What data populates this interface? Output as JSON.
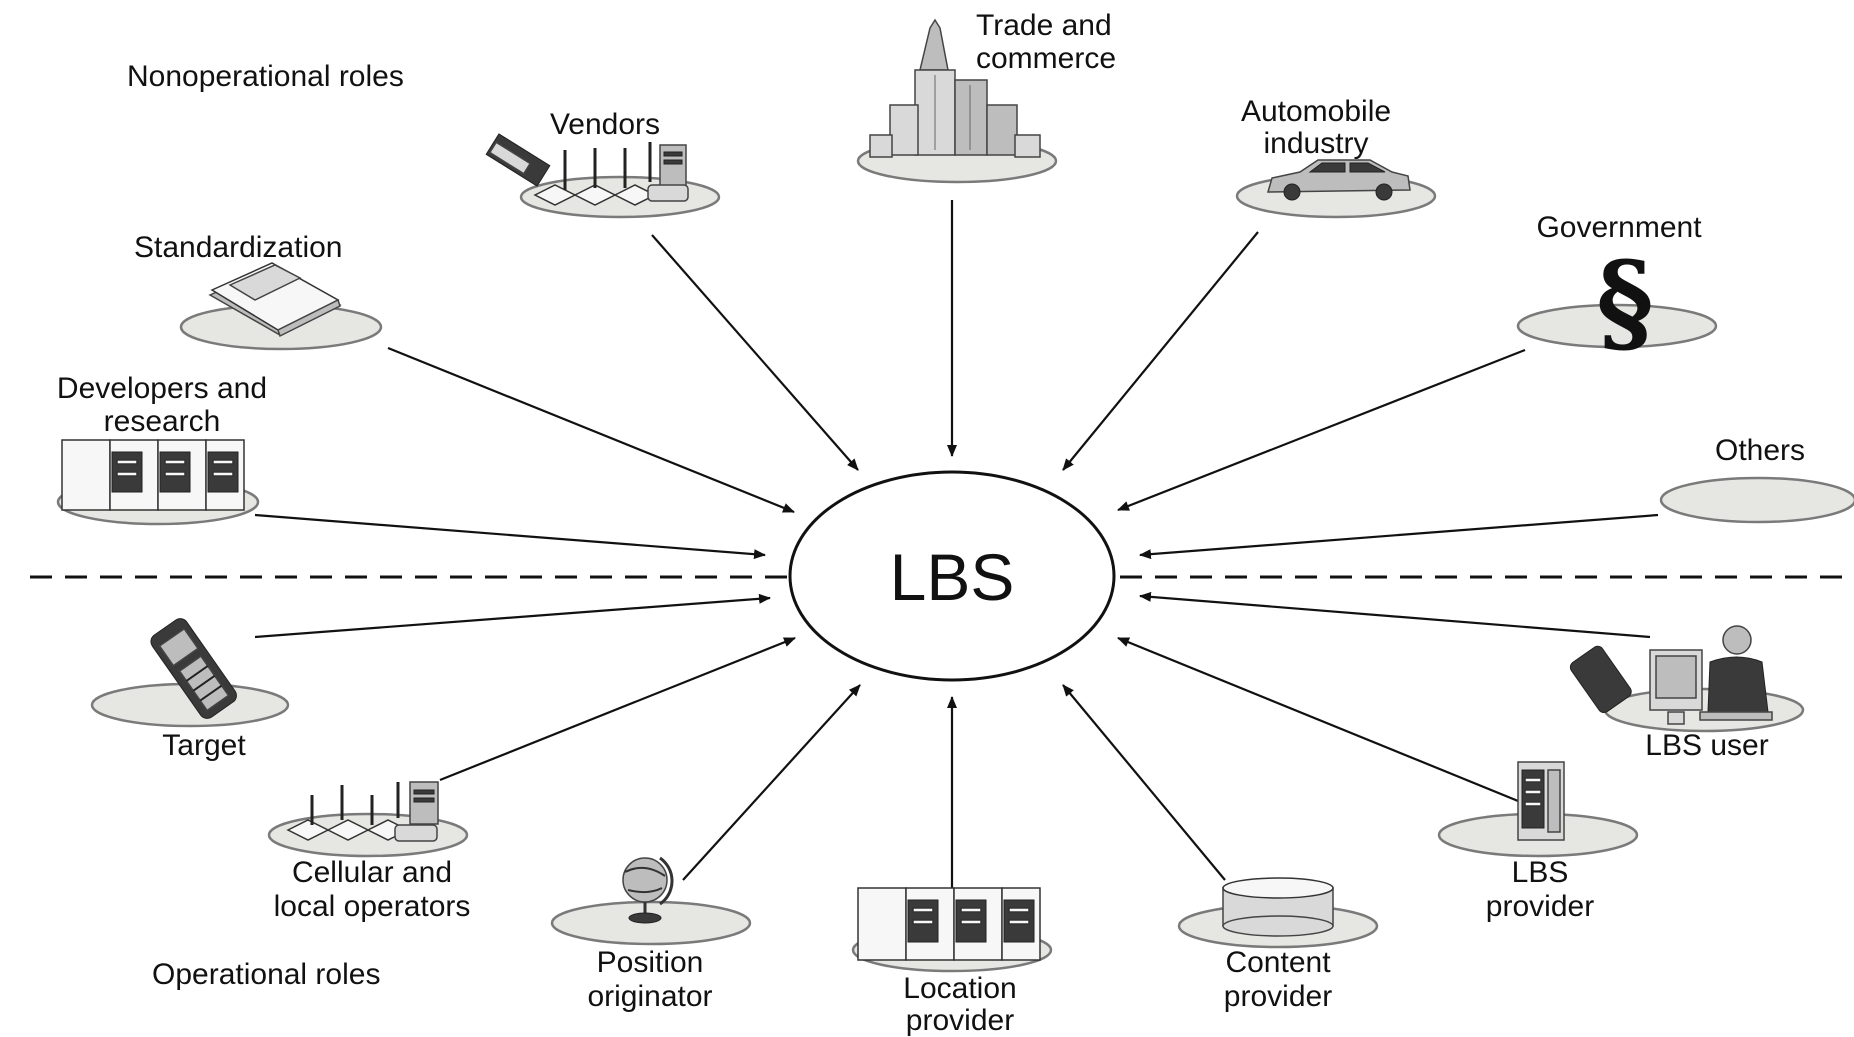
{
  "center": {
    "label": "LBS"
  },
  "regions": {
    "nonoperational": "Nonoperational roles",
    "operational": "Operational roles"
  },
  "nonoperational_roles": {
    "vendors": [
      "Vendors"
    ],
    "trade": [
      "Trade and",
      "commerce"
    ],
    "automobile": [
      "Automobile",
      "industry"
    ],
    "standardization": [
      "Standardization"
    ],
    "government": [
      "Government"
    ],
    "developers": [
      "Developers and",
      "research"
    ],
    "others": [
      "Others"
    ]
  },
  "operational_roles": {
    "target": [
      "Target"
    ],
    "lbs_user": [
      "LBS user"
    ],
    "cellular": [
      "Cellular and",
      "local operators"
    ],
    "lbs_provider": [
      "LBS",
      "provider"
    ],
    "position": [
      "Position",
      "originator"
    ],
    "location": [
      "Location",
      "provider"
    ],
    "content": [
      "Content",
      "provider"
    ]
  },
  "icons": {
    "vendors": "cell-towers-icon",
    "trade": "skyscraper-icon",
    "automobile": "car-icon",
    "standardization": "document-icon",
    "government": "section-sign-icon",
    "government_symbol": "§",
    "developers": "server-rack-icon",
    "target": "mobile-phone-icon",
    "lbs_user": "user-at-computer-icon",
    "cellular": "cell-towers-icon",
    "lbs_provider": "server-icon",
    "position": "globe-icon",
    "location": "server-rack-icon",
    "content": "database-icon"
  }
}
